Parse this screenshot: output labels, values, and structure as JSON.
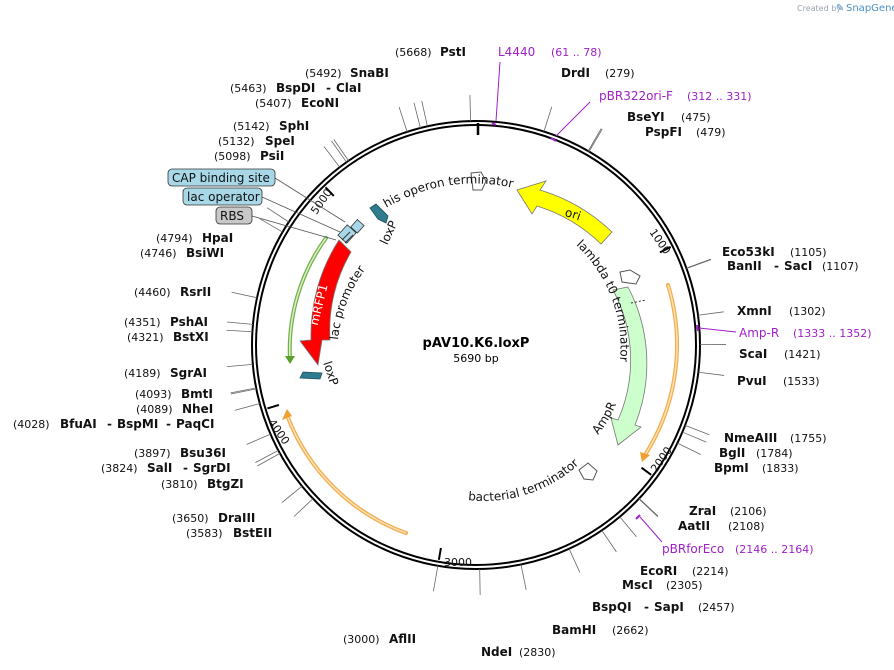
{
  "credit": {
    "created_by": "Created by",
    "brand": "SnapGene"
  },
  "map": {
    "name": "pAV10.K6.loxP",
    "length_label": "5690 bp",
    "total_bp": 5690,
    "tick_labels": [
      {
        "bp": 1000,
        "text": "1000"
      },
      {
        "bp": 2000,
        "text": "2000"
      },
      {
        "bp": 3000,
        "text": "3000"
      },
      {
        "bp": 4000,
        "text": "4000"
      },
      {
        "bp": 5000,
        "text": "5000"
      }
    ]
  },
  "colors": {
    "ori": "#ffff00",
    "ampr": "#ccffcc",
    "mrfp1": "#ff0000",
    "loxp": "#2f7c8f",
    "cap_box": "#a8d8e8",
    "lac_box": "#a8d8e8",
    "rbs_box": "#c8c8c8",
    "orf_orange": "#f0a030",
    "orf_green": "#5aa02a",
    "primer": "#a020c8"
  },
  "sites": [
    {
      "name": "PstI",
      "pos": "(5668)",
      "bp": 5668
    },
    {
      "name": "SnaBI",
      "pos": "(5492)",
      "bp": 5492
    },
    {
      "name": "BspDI",
      "name2": "ClaI",
      "pos": "(5463)",
      "bp": 5463
    },
    {
      "name": "EcoNI",
      "pos": "(5407)",
      "bp": 5407
    },
    {
      "name": "SphI",
      "pos": "(5142)",
      "bp": 5142
    },
    {
      "name": "SpeI",
      "pos": "(5132)",
      "bp": 5132
    },
    {
      "name": "PsiI",
      "pos": "(5098)",
      "bp": 5098
    },
    {
      "name": "HpaI",
      "pos": "(4794)",
      "bp": 4794
    },
    {
      "name": "BsiWI",
      "pos": "(4746)",
      "bp": 4746
    },
    {
      "name": "RsrII",
      "pos": "(4460)",
      "bp": 4460
    },
    {
      "name": "PshAI",
      "pos": "(4351)",
      "bp": 4351
    },
    {
      "name": "BstXI",
      "pos": "(4321)",
      "bp": 4321
    },
    {
      "name": "SgrAI",
      "pos": "(4189)",
      "bp": 4189
    },
    {
      "name": "BmtI",
      "pos": "(4093)",
      "bp": 4093
    },
    {
      "name": "NheI",
      "pos": "(4089)",
      "bp": 4089
    },
    {
      "name": "BfuAI",
      "name2": "BspMI",
      "name3": "PaqCI",
      "pos": "(4028)",
      "bp": 4028
    },
    {
      "name": "Bsu36I",
      "pos": "(3897)",
      "bp": 3897
    },
    {
      "name": "SalI",
      "name2": "SgrDI",
      "pos": "(3824)",
      "bp": 3824
    },
    {
      "name": "BtgZI",
      "pos": "(3810)",
      "bp": 3810
    },
    {
      "name": "DraIII",
      "pos": "(3650)",
      "bp": 3650
    },
    {
      "name": "BstEII",
      "pos": "(3583)",
      "bp": 3583
    },
    {
      "name": "AflII",
      "pos": "(3000)",
      "bp": 3000
    },
    {
      "name": "NdeI",
      "pos": "(2830)",
      "bp": 2830
    },
    {
      "name": "BamHI",
      "pos": "(2662)",
      "bp": 2662
    },
    {
      "name": "BspQI",
      "name2": "SapI",
      "pos": "(2457)",
      "bp": 2457
    },
    {
      "name": "MscI",
      "pos": "(2305)",
      "bp": 2305
    },
    {
      "name": "EcoRI",
      "pos": "(2214)",
      "bp": 2214
    },
    {
      "name": "AatII",
      "pos": "(2108)",
      "bp": 2108
    },
    {
      "name": "ZraI",
      "pos": "(2106)",
      "bp": 2106
    },
    {
      "name": "BpmI",
      "pos": "(1833)",
      "bp": 1833
    },
    {
      "name": "BglI",
      "pos": "(1784)",
      "bp": 1784
    },
    {
      "name": "NmeAIII",
      "pos": "(1755)",
      "bp": 1755
    },
    {
      "name": "PvuI",
      "pos": "(1533)",
      "bp": 1533
    },
    {
      "name": "ScaI",
      "pos": "(1421)",
      "bp": 1421
    },
    {
      "name": "XmnI",
      "pos": "(1302)",
      "bp": 1302
    },
    {
      "name": "BanII",
      "name2": "SacI",
      "pos": "(1107)",
      "bp": 1107
    },
    {
      "name": "Eco53kI",
      "pos": "(1105)",
      "bp": 1105
    },
    {
      "name": "PspFI",
      "pos": "(479)",
      "bp": 479
    },
    {
      "name": "BseYI",
      "pos": "(475)",
      "bp": 475
    },
    {
      "name": "DrdI",
      "pos": "(279)",
      "bp": 279
    }
  ],
  "primers": [
    {
      "name": "L4440",
      "pos": "(61 .. 78)",
      "bp": 70
    },
    {
      "name": "pBR322ori-F",
      "pos": "(312 .. 331)",
      "bp": 321
    },
    {
      "name": "Amp-R",
      "pos": "(1333 .. 1352)",
      "bp": 1342
    },
    {
      "name": "pBRforEco",
      "pos": "(2146 .. 2164)",
      "bp": 2155
    }
  ],
  "features": [
    {
      "key": "his",
      "label": "his operon terminator"
    },
    {
      "key": "ori",
      "label": "ori"
    },
    {
      "key": "lambda",
      "label": "lambda t0 terminator"
    },
    {
      "key": "ampr",
      "label": "AmpR"
    },
    {
      "key": "bact",
      "label": "bacterial terminator"
    },
    {
      "key": "mrfp",
      "label": "mRFP1"
    },
    {
      "key": "lac",
      "label": "lac promoter"
    },
    {
      "key": "loxp1",
      "label": "loxP"
    },
    {
      "key": "loxp2",
      "label": "loxP"
    }
  ],
  "boxed_features": [
    {
      "label": "CAP binding site"
    },
    {
      "label": "lac operator"
    },
    {
      "label": "RBS"
    }
  ]
}
